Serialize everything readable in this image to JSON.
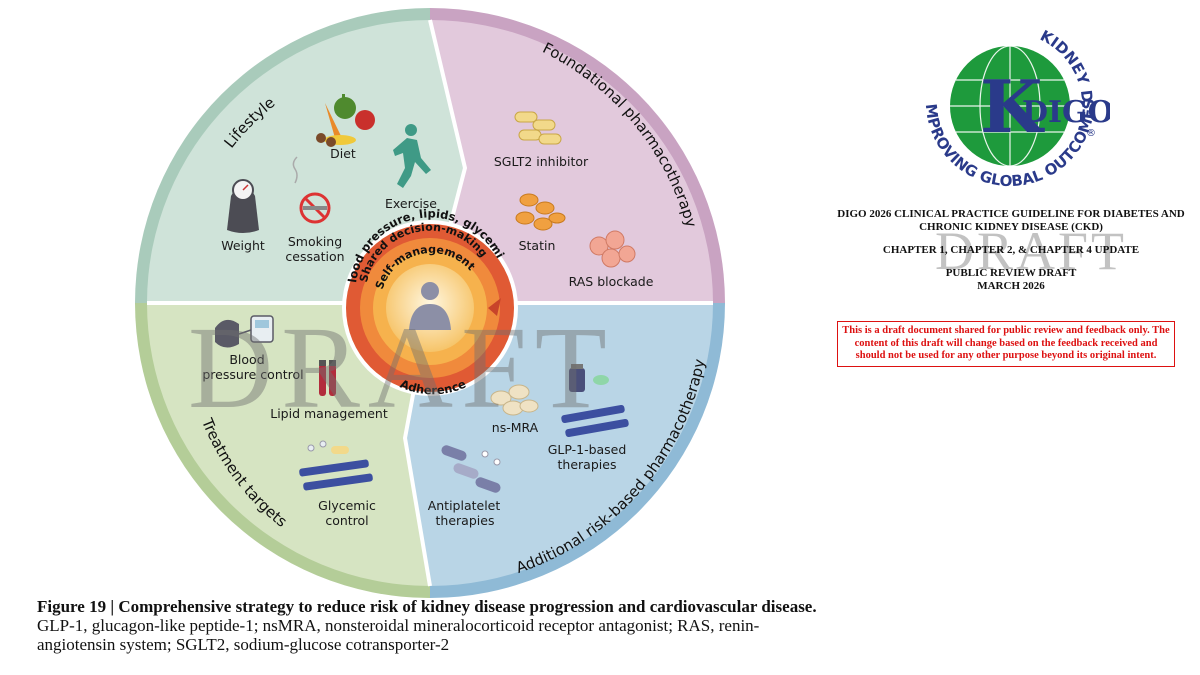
{
  "wheel": {
    "segments": {
      "lifestyle": "Lifestyle",
      "foundational": "Foundational pharmacotherapy",
      "treatment": "Treatment targets",
      "additional": "Additional risk-based pharmacotherapy"
    },
    "items": {
      "diet": "Diet",
      "exercise": "Exercise",
      "weight": "Weight",
      "smoking_1": "Smoking",
      "smoking_2": "cessation",
      "sglt2": "SGLT2 inhibitor",
      "statin": "Statin",
      "ras": "RAS blockade",
      "bp_1": "Blood",
      "bp_2": "pressure control",
      "lipid": "Lipid management",
      "glycemic_1": "Glycemic",
      "glycemic_2": "control",
      "nsmra": "ns-MRA",
      "glp1_1": "GLP-1-based",
      "glp1_2": "therapies",
      "antiplatelet_1": "Antiplatelet",
      "antiplatelet_2": "therapies"
    },
    "center": {
      "ring_outer": "Blood pressure, lipids, glycemia",
      "ring_middle": "Shared decision-making",
      "ring_inner": "Self-management",
      "adherence": "Adherence"
    },
    "watermark": "DRAFT",
    "colors": {
      "lifestyle": "#cfe3d9",
      "foundational": "#e2c9dc",
      "treatment": "#d6e4c2",
      "additional": "#b9d5e6",
      "rim_lifestyle": "#a9cbbb",
      "rim_foundational": "#c9a3c2",
      "rim_treatment": "#b4cd98",
      "rim_additional": "#8fbad6",
      "ring": "#e0603a"
    }
  },
  "logo": {
    "top": "KIDNEY DISEASE",
    "bottom": "IMPROVING GLOBAL OUTCOMES",
    "mark": "DIGO",
    "mark_k": "K",
    "registered": "®"
  },
  "header": {
    "line1": "DIGO 2026 CLINICAL PRACTICE GUIDELINE FOR DIABETES AND",
    "line2": "CHRONIC KIDNEY DISEASE (CKD)",
    "line3": "CHAPTER 1, CHAPTER 2, & CHAPTER 4 UPDATE",
    "line4": "PUBLIC REVIEW DRAFT",
    "line5": "MARCH 2026",
    "watermark": "DRAFT",
    "notice": "This is a draft document shared for public review and feedback only. The content of this draft will change based on the feedback received and should not be used for any other purpose beyond its original intent."
  },
  "caption": {
    "bold": "Figure 19 | Comprehensive strategy to reduce risk of kidney disease progression and cardiovascular disease.",
    "text": " GLP-1, glucagon-like peptide-1; nsMRA, nonsteroidal mineralocorticoid receptor antagonist; RAS, renin-angiotensin system; SGLT2, sodium-glucose cotransporter-2"
  }
}
